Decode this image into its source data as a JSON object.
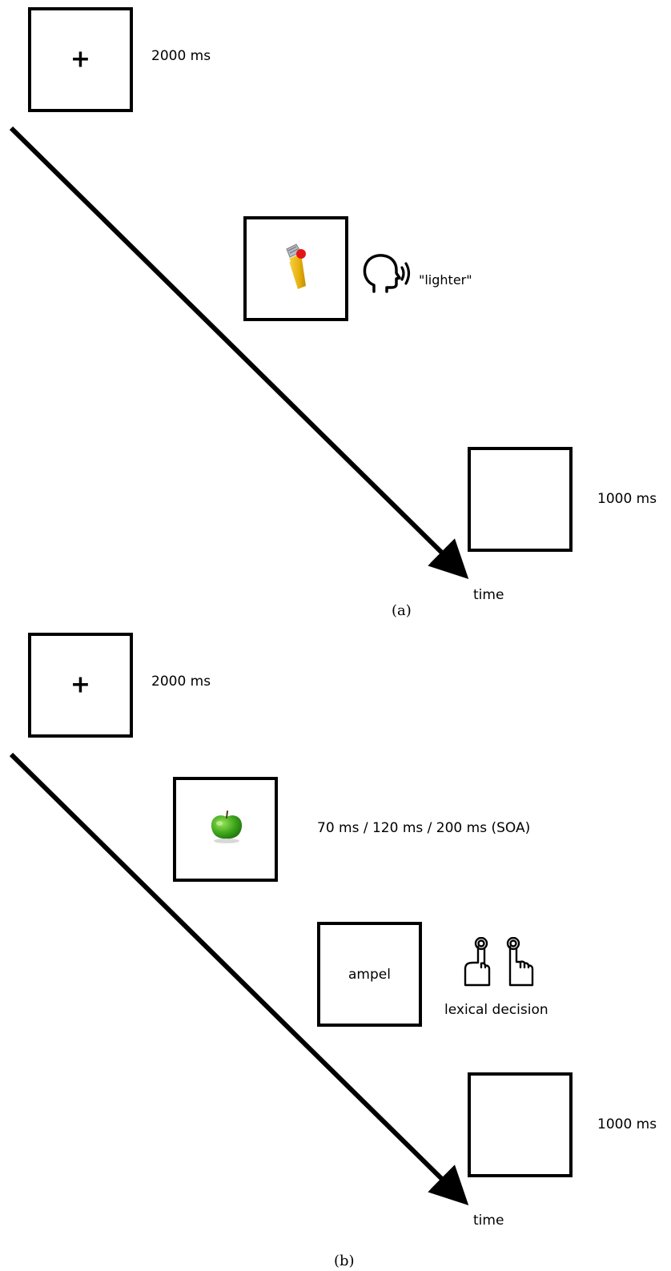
{
  "panel_a": {
    "fixation_symbol": "+",
    "fixation_duration": "2000 ms",
    "spoken_word": "\"lighter\"",
    "blank_duration": "1000 ms",
    "time_label": "time",
    "caption": "(a)",
    "icons": {
      "picture": "lighter-icon",
      "speech": "speaking-head-icon"
    }
  },
  "panel_b": {
    "fixation_symbol": "+",
    "fixation_duration": "2000 ms",
    "prime_soa": "70 ms / 120 ms / 200 ms (SOA)",
    "target_word": "ampel",
    "response_label": "lexical decision",
    "blank_duration": "1000 ms",
    "time_label": "time",
    "caption": "(b)",
    "icons": {
      "picture": "green-apple-icon",
      "response": "finger-press-icon"
    }
  }
}
